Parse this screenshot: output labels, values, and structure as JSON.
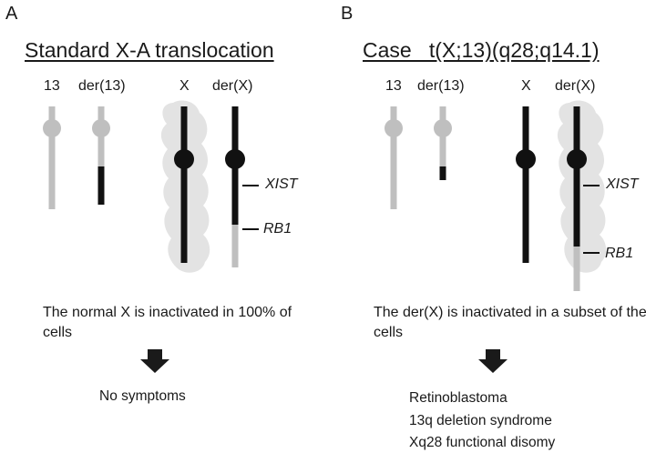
{
  "colors": {
    "cloud": "#e3e3e3",
    "gray_chromosome": "#bfbfbf",
    "black_chromosome": "#111111",
    "arrow": "#1a1a1a"
  },
  "panel_a": {
    "letter": "A",
    "title": "Standard X-A translocation",
    "chromosomes": [
      "13",
      "der(13)",
      "X",
      "der(X)"
    ],
    "genes": {
      "xist": "XIST",
      "rb1": "RB1"
    },
    "note": "The normal X is inactivated in 100% of cells",
    "outcomes": [
      "No symptoms"
    ]
  },
  "panel_b": {
    "letter": "B",
    "title": "Case   t(X;13)(q28;q14.1)",
    "chromosomes": [
      "13",
      "der(13)",
      "X",
      "der(X)"
    ],
    "genes": {
      "xist": "XIST",
      "rb1": "RB1"
    },
    "note": "The der(X) is inactivated in a subset of the cells",
    "outcomes": [
      "Retinoblastoma",
      "13q deletion syndrome",
      "Xq28 functional disomy"
    ]
  }
}
